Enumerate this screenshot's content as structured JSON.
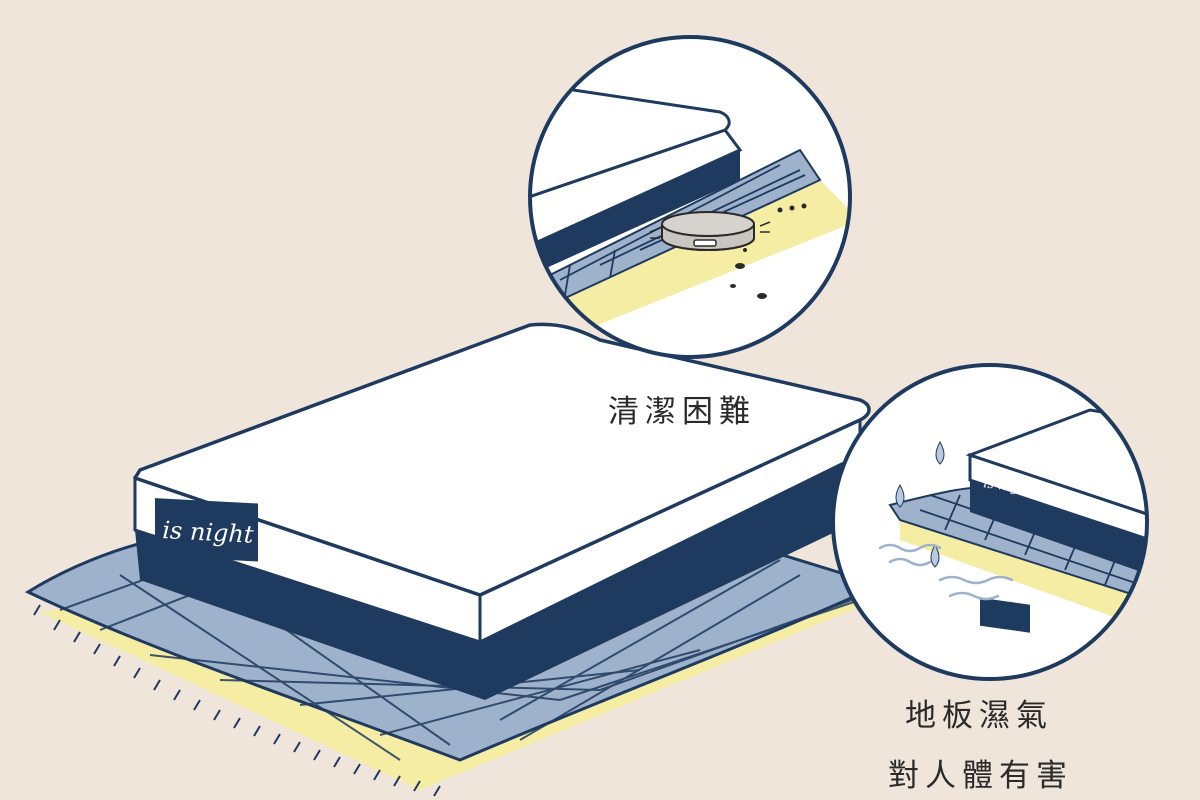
{
  "illustration": {
    "brand_label": "is night",
    "captions": {
      "cleaning": "清潔困難",
      "moisture_line1": "地板濕氣",
      "moisture_line2": "對人體有害"
    }
  },
  "colors": {
    "background": "#efe5db",
    "navy": "#1f3a5f",
    "rug": "#9eb2cc",
    "rug_shadow": "#f6eda4",
    "mattress_top": "#ffffff",
    "robot": "#c9c6c1",
    "water": "#b8c9e0"
  },
  "icons": [
    "robot-vacuum-icon",
    "water-drop-icon",
    "moisture-wave-icon"
  ]
}
